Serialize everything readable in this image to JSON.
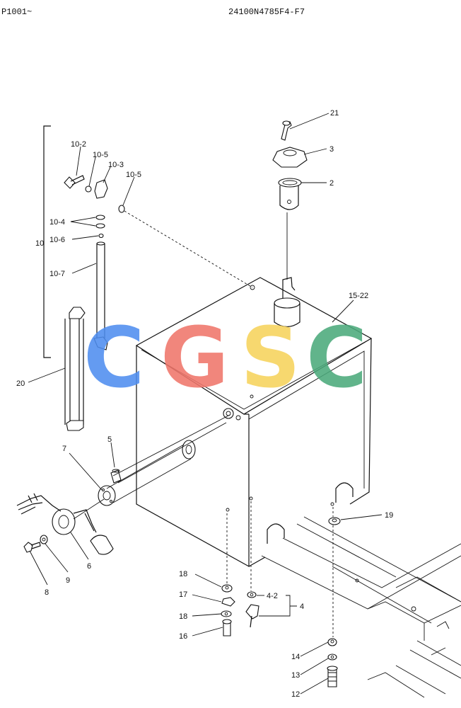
{
  "header": {
    "left_code": "P1001~",
    "part_number": "24100N4785F4-F7"
  },
  "watermark": {
    "letters": [
      "C",
      "G",
      "S",
      "C"
    ],
    "colors": [
      "#4f8ef0",
      "#f0766b",
      "#f7d35c",
      "#4caa7c"
    ]
  },
  "callouts": {
    "c21": "21",
    "c3": "3",
    "c2": "2",
    "c15_22": "15-22",
    "c10": "10",
    "c10_2": "10-2",
    "c10_5a": "10-5",
    "c10_3": "10-3",
    "c10_5b": "10-5",
    "c10_4": "10-4",
    "c10_6": "10-6",
    "c10_7": "10-7",
    "c20": "20",
    "c7": "7",
    "c5": "5",
    "c6": "6",
    "c9": "9",
    "c8": "8",
    "c19": "19",
    "c18a": "18",
    "c17": "17",
    "c18b": "18",
    "c16": "16",
    "c4_2": "4-2",
    "c4": "4",
    "c14": "14",
    "c13": "13",
    "c12": "12"
  }
}
